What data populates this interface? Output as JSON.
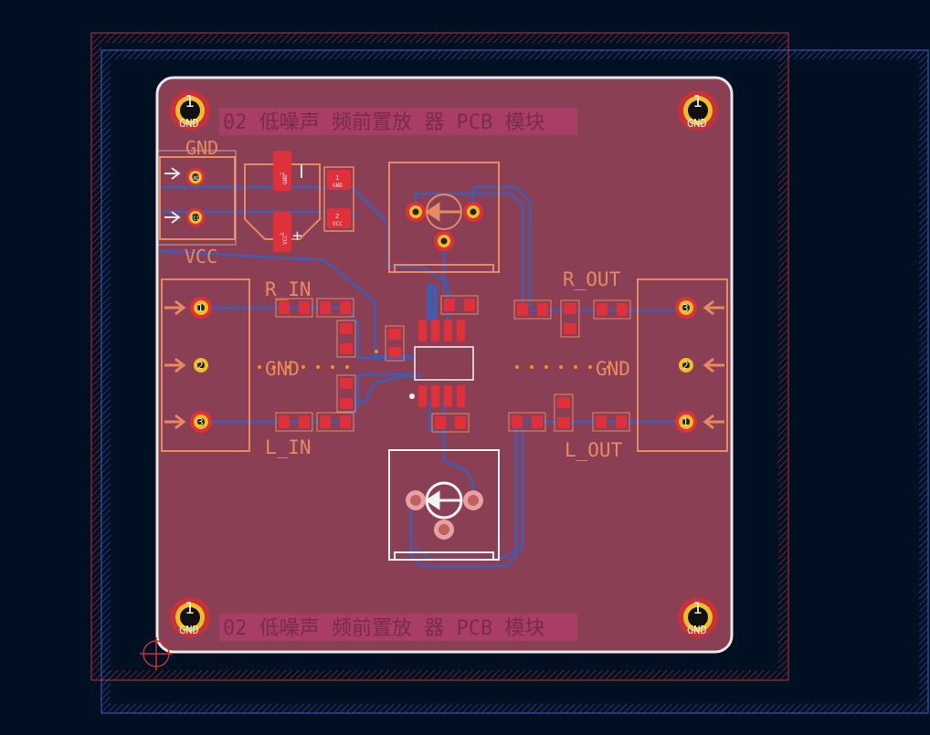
{
  "colors": {
    "background": "#001023",
    "board_fill": "#8a3f55",
    "board_outline": "#e8e8e8",
    "silkscreen": "#e88a60",
    "copper_pad": "#e0303a",
    "via_ring": "#f0c020",
    "trace_blue": "#3a5fb8",
    "courtyard_red": "#c8303a",
    "courtyard_blue": "#3a5fd0",
    "banner": "#b0406a",
    "white": "#f4f4f4",
    "ratsnest": "#ff8a20"
  },
  "board": {
    "banner_top": "02 低噪声  频前置放  器 PCB 模块",
    "banner_bottom": "02 低噪声  频前置放  器 PCB 模块"
  },
  "mount_holes": [
    {
      "pin": "1",
      "net": "GND"
    },
    {
      "pin": "1",
      "net": "GND"
    },
    {
      "pin": "1",
      "net": "GND"
    },
    {
      "pin": "1",
      "net": "GND"
    }
  ],
  "power_connector": {
    "top_label": "GND",
    "bottom_label": "VCC",
    "pins": [
      {
        "net": "GND"
      },
      {
        "net": "VCC"
      }
    ]
  },
  "capacitor": {
    "pads": [
      {
        "pin": "2",
        "net": "GND"
      },
      {
        "pin": "1",
        "net": "VCC"
      }
    ],
    "plus": "+"
  },
  "smd_cap": {
    "pads": [
      {
        "pin": "1",
        "net": "GND"
      },
      {
        "pin": "2",
        "net": "VCC"
      }
    ]
  },
  "left_connector": {
    "labels": {
      "top": "R_IN",
      "mid": "GND",
      "bottom": "L_IN"
    },
    "pins": [
      "1",
      "2",
      "3"
    ]
  },
  "right_connector": {
    "labels": {
      "top": "R_OUT",
      "mid": "GND",
      "bottom": "L_OUT"
    },
    "pins": [
      "3",
      "2",
      "1"
    ]
  },
  "misc": {
    "via_label": "GND",
    "pin_label": "1"
  }
}
